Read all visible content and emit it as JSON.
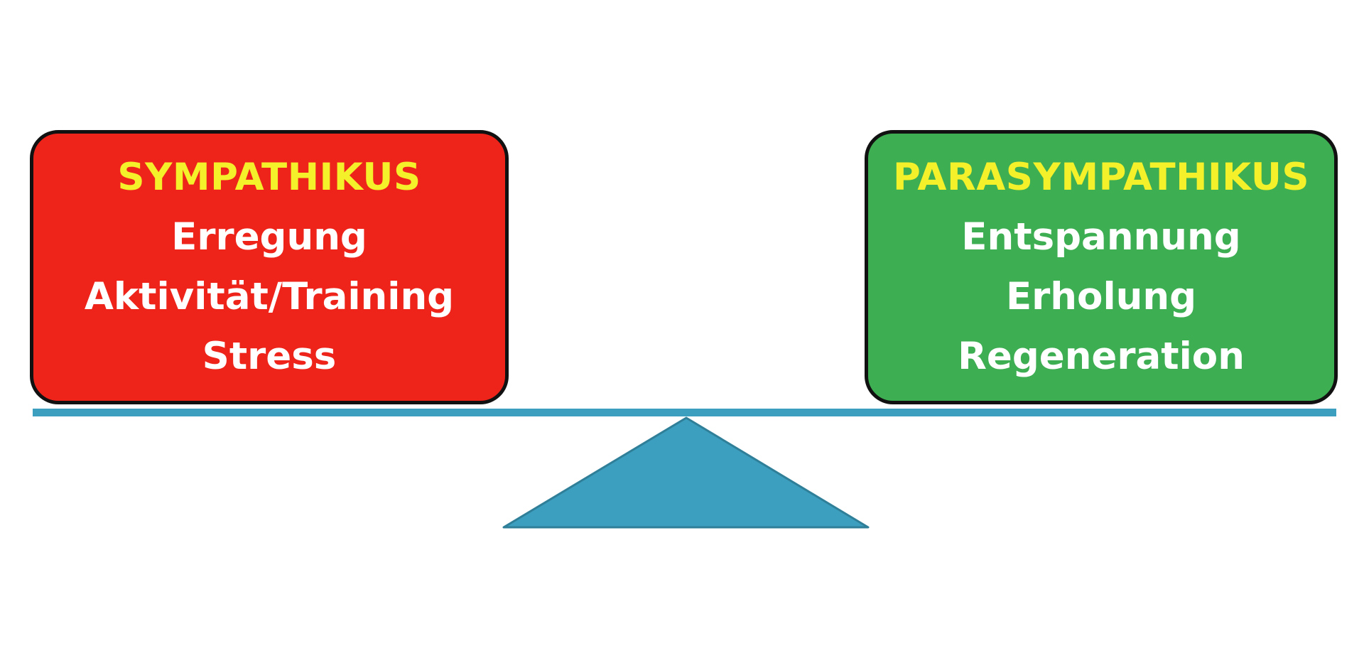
{
  "sympathikus": {
    "title": "SYMPATHIKUS",
    "lines": [
      "Erregung",
      "Aktivität/Training",
      "Stress"
    ],
    "color": "#ee241b",
    "title_color": "#f4f02a"
  },
  "parasympathikus": {
    "title": "PARASYMPATHIKUS",
    "lines": [
      "Entspannung",
      "Erholung",
      "Regeneration"
    ],
    "color": "#3dae52",
    "title_color": "#f4f02a"
  },
  "seesaw": {
    "beam_color": "#3d9fbf",
    "fulcrum_color": "#3d9fbf"
  }
}
